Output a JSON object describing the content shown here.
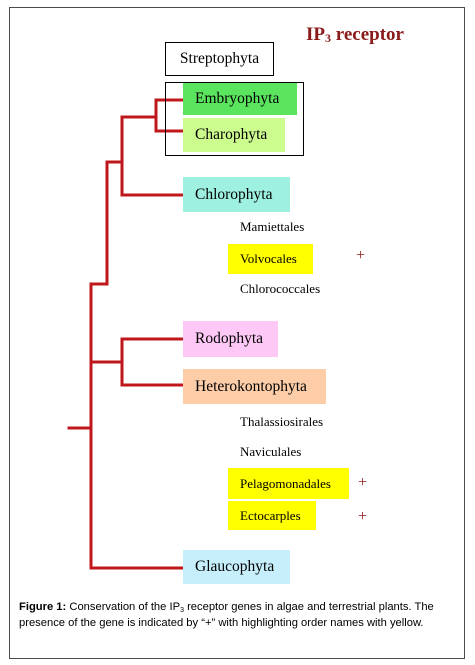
{
  "title": {
    "main": "IP",
    "sub": "3",
    "rest": " receptor"
  },
  "streptophyta_label": "Streptophyta",
  "taxa": [
    {
      "key": "embryophyta",
      "label": "Embryophyta",
      "color": "#5be55f"
    },
    {
      "key": "charophyta",
      "label": "Charophyta",
      "color": "#ccfc8e"
    },
    {
      "key": "chlorophyta",
      "label": "Chlorophyta",
      "color": "#9ef1e1"
    },
    {
      "key": "rodophyta",
      "label": "Rodophyta",
      "color": "#fdc8f5"
    },
    {
      "key": "heterokontophyta",
      "label": "Heterokontophyta",
      "color": "#fdcda8"
    },
    {
      "key": "glaucophyta",
      "label": "Glaucophyta",
      "color": "#c6effb"
    }
  ],
  "orders": {
    "mamiettales": "Mamiettales",
    "volvocales": "Volvocales",
    "chlorococcales": "Chlorococcales",
    "thalassiosirales": "Thalassiosirales",
    "naviculales": "Naviculales",
    "pelagomonadales": "Pelagomonadales",
    "ectocarples": "Ectocarples"
  },
  "presence_marker": "+",
  "highlight_color": "#ffff00",
  "tree_color": "#c0171d",
  "caption": {
    "label": "Figure 1:",
    "text_a": " Conservation of the IP",
    "sub": "3",
    "text_b": " receptor genes in algae and terrestrial plants. The presence of the gene is indicated by “+” with highlighting order names with yellow."
  }
}
